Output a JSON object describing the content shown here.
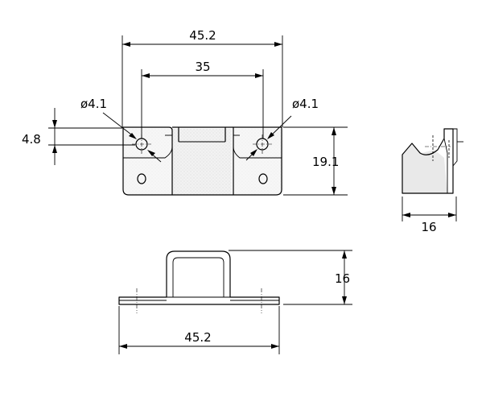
{
  "dimensions": {
    "overall_width_top": "45.2",
    "hole_spacing": "35",
    "hole_left_dia": "ø4.1",
    "hole_right_dia": "ø4.1",
    "hole_offset": "4.8",
    "height_front": "19.1",
    "side_width": "16",
    "bottom_height": "16",
    "overall_width_bottom": "45.2"
  }
}
